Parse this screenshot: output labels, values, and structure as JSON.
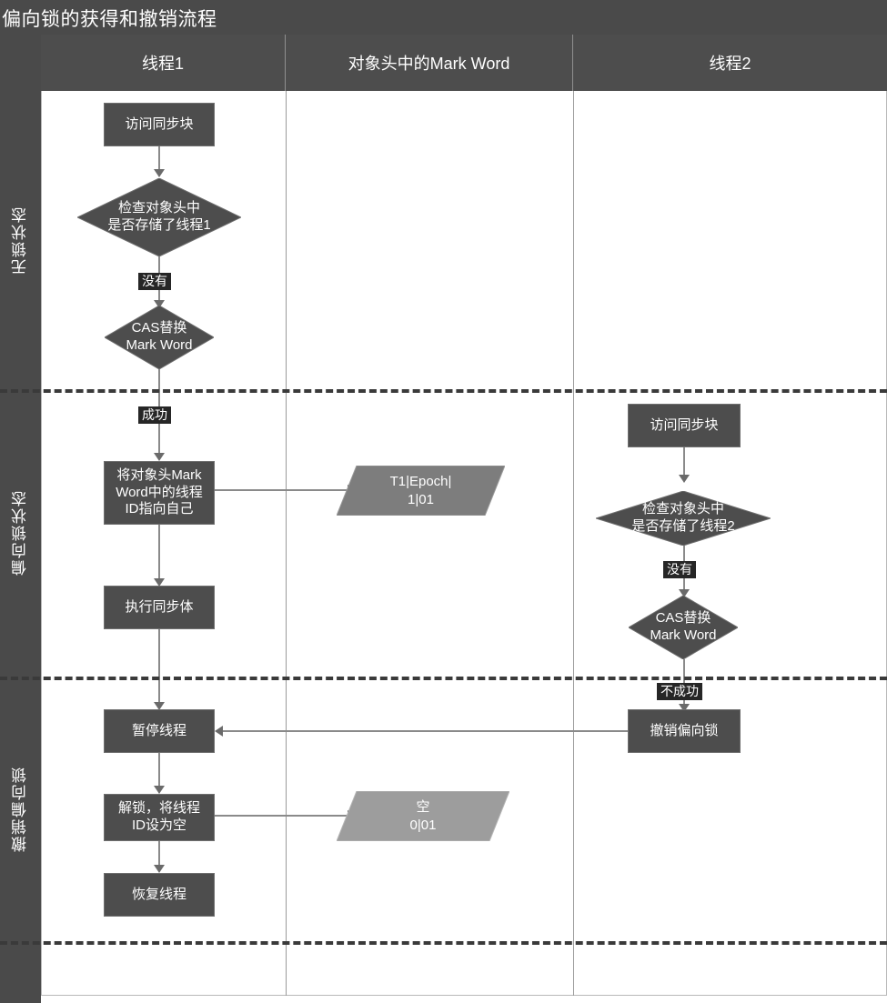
{
  "title": "偏向锁的获得和撤销流程",
  "lanes": [
    {
      "id": "unlocked",
      "label": "无锁状态"
    },
    {
      "id": "biased",
      "label": "偏向锁状态"
    },
    {
      "id": "revoke",
      "label": "撤销偏向锁"
    }
  ],
  "columns": [
    {
      "id": "thread1",
      "header": "线程1"
    },
    {
      "id": "markword",
      "header": "对象头中的Mark Word"
    },
    {
      "id": "thread2",
      "header": "线程2"
    }
  ],
  "nodes": {
    "t1_enter": "访问同步块",
    "t1_check": "检查对象头中\n是否存储了线程1",
    "t1_cas": "CAS替换\nMark Word",
    "t1_setid": "将对象头Mark\nWord中的线程\nID指向自己",
    "t1_exec": "执行同步体",
    "t1_suspend": "暂停线程",
    "t1_unlock": "解锁，将线程\nID设为空",
    "t1_resume": "恢复线程",
    "mw_biased_l1": "T1|Epoch|",
    "mw_biased_l2": "1|01",
    "mw_empty_l1": "空",
    "mw_empty_l2": "0|01",
    "t2_enter": "访问同步块",
    "t2_check": "检查对象头中\n是否存储了线程2",
    "t2_cas": "CAS替换\nMark Word",
    "t2_revoke": "撤销偏向锁"
  },
  "edge_labels": {
    "t1_no": "没有",
    "t1_success": "成功",
    "t2_no": "没有",
    "t2_fail": "不成功"
  },
  "colors": {
    "band": "#4a4a4a",
    "header": "#4d4d4d",
    "node_fill": "#4d4d4d",
    "node_light_fill": "#8c8c8c",
    "connector": "#8a8a8a",
    "label_bg": "#262626",
    "text": "#ffffff"
  }
}
